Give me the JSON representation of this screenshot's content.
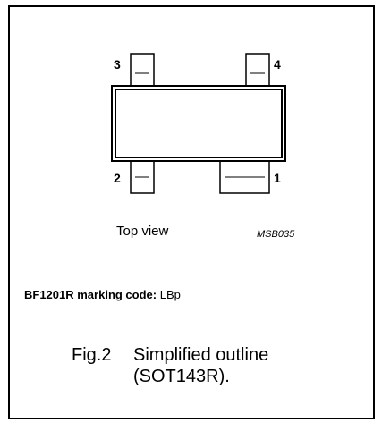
{
  "figure": {
    "pins": {
      "p1": "1",
      "p2": "2",
      "p3": "3",
      "p4": "4"
    },
    "view_label": "Top view",
    "drawing_code": "MSB035",
    "marking_label": "BF1201R marking code:",
    "marking_value": "LBp",
    "caption_number": "Fig.2",
    "caption_line1": "Simplified outline",
    "caption_line2": "(SOT143R)."
  }
}
